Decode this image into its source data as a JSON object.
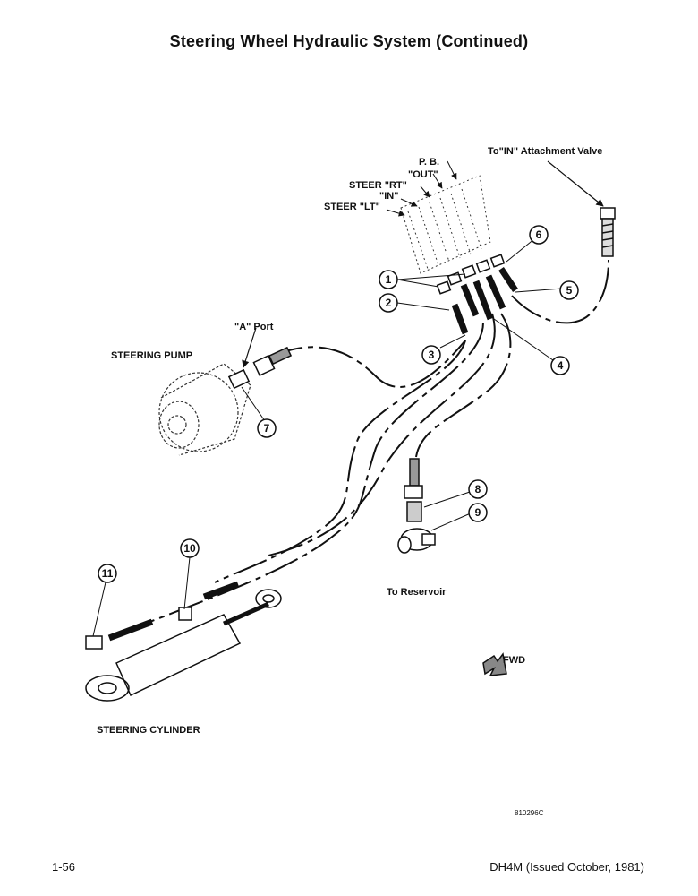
{
  "page": {
    "title": "Steering Wheel Hydraulic System (Continued)",
    "page_number": "1-56",
    "document_ref": "DH4M (Issued October, 1981)",
    "drawing_number": "810296C"
  },
  "labels": {
    "to_in_attachment_valve": "To\"IN\" Attachment Valve",
    "pb": "P. B.",
    "out": "\"OUT\"",
    "steer_rt": "STEER \"RT\"",
    "in": "\"IN\"",
    "steer_lt": "STEER \"LT\"",
    "a_port": "\"A\" Port",
    "steering_pump": "STEERING PUMP",
    "steering_cylinder": "STEERING CYLINDER",
    "to_reservoir": "To Reservoir",
    "fwd": "FWD"
  },
  "callouts": [
    "1",
    "2",
    "3",
    "4",
    "5",
    "6",
    "7",
    "8",
    "9",
    "10",
    "11"
  ]
}
